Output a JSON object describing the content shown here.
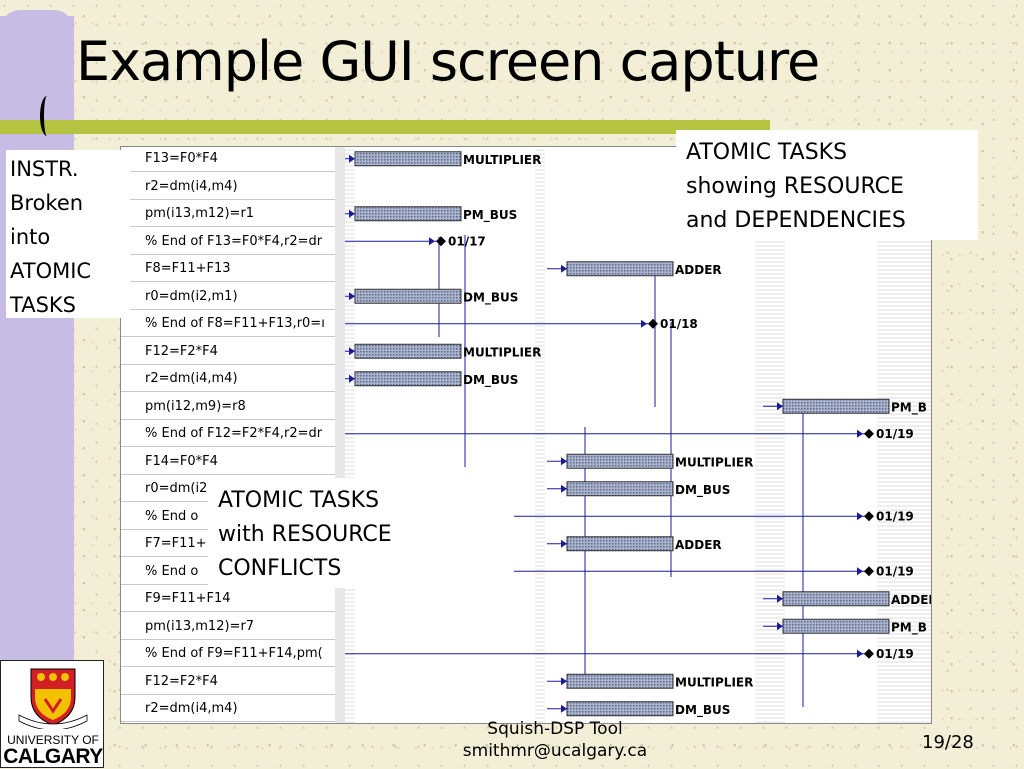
{
  "slide": {
    "title": "Example GUI screen capture",
    "footer_line1": "Squish-DSP Tool",
    "footer_line2": "smithmr@ucalgary.ca",
    "page": "19/28"
  },
  "callouts": {
    "instr": [
      "INSTR.",
      "Broken",
      "into",
      "ATOMIC",
      "TASKS"
    ],
    "atomic": [
      "ATOMIC TASKS",
      "showing RESOURCE",
      "and DEPENDENCIES"
    ],
    "conflict": [
      "ATOMIC TASKS",
      "with RESOURCE",
      "CONFLICTS"
    ]
  },
  "logo": {
    "line1": "UNIVERSITY OF",
    "line2": "CALGARY"
  },
  "instructions": [
    "F13=F0*F4",
    "r2=dm(i4,m4)",
    "pm(i13,m12)=r1",
    "% End of F13=F0*F4,r2=dr",
    "F8=F11+F13",
    "r0=dm(i2,m1)",
    "% End of F8=F11+F13,r0=ı",
    "F12=F2*F4",
    "r2=dm(i4,m4)",
    "pm(i12,m9)=r8",
    "% End of F12=F2*F4,r2=dr",
    "F14=F0*F4",
    "r0=dm(i2",
    "% End o",
    "F7=F11+",
    "% End o",
    "F9=F11+F14",
    "pm(i13,m12)=r7",
    "% End of F9=F11+F14,pm(",
    "F12=F2*F4",
    "r2=dm(i4,m4)"
  ],
  "gantt": {
    "resources": [
      {
        "row": 0,
        "label": "MULTIPLIER",
        "col": 0
      },
      {
        "row": 2,
        "label": "PM_BUS",
        "col": 0
      },
      {
        "row": 4,
        "label": "ADDER",
        "col": 1
      },
      {
        "row": 5,
        "label": "DM_BUS",
        "col": 0
      },
      {
        "row": 7,
        "label": "MULTIPLIER",
        "col": 0
      },
      {
        "row": 8,
        "label": "DM_BUS",
        "col": 0
      },
      {
        "row": 9,
        "label": "PM_B",
        "col": 2
      },
      {
        "row": 11,
        "label": "MULTIPLIER",
        "col": 1
      },
      {
        "row": 12,
        "label": "DM_BUS",
        "col": 1
      },
      {
        "row": 14,
        "label": "ADDER",
        "col": 1
      },
      {
        "row": 16,
        "label": "ADDEI",
        "col": 2
      },
      {
        "row": 17,
        "label": "PM_B",
        "col": 2
      },
      {
        "row": 19,
        "label": "MULTIPLIER",
        "col": 1
      },
      {
        "row": 20,
        "label": "DM_BUS",
        "col": 1
      }
    ],
    "milestones": [
      {
        "row": 3,
        "label": "01/17",
        "col": 0
      },
      {
        "row": 6,
        "label": "01/18",
        "col": 1
      },
      {
        "row": 10,
        "label": "01/19",
        "col": 2
      },
      {
        "row": 13,
        "label": "01/19",
        "col": 2
      },
      {
        "row": 15,
        "label": "01/19",
        "col": 2
      },
      {
        "row": 18,
        "label": "01/19",
        "col": 2
      }
    ]
  },
  "colors": {
    "bar_fill": "#7f8fb0",
    "line": "#1a1aa0",
    "accent_line": "#b4c340",
    "side_bar": "#c7bde4"
  }
}
